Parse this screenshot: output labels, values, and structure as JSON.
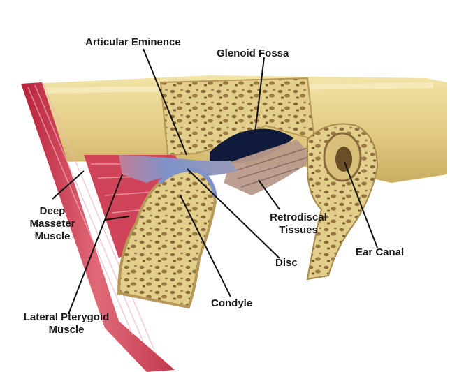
{
  "labels": {
    "articular_eminence": "Articular Eminence",
    "glenoid_fossa": "Glenoid Fossa",
    "deep_masseter": [
      "Deep",
      "Masseter",
      "Muscle"
    ],
    "retrodiscal": [
      "Retrodiscal",
      "Tissues"
    ],
    "ear_canal": "Ear Canal",
    "disc": "Disc",
    "condyle": "Condyle",
    "lateral_pterygoid": [
      "Lateral Pterygoid",
      "Muscle"
    ]
  },
  "colors": {
    "bone": "#e6d38f",
    "bone_dark": "#c8b06a",
    "bone_pores": "#8a6a3c",
    "muscle": "#c9344a",
    "muscle_light": "#e88e98",
    "disc": "#7f93c9",
    "fossa_dark": "#101a3a",
    "retrodiscal": "#b89a8a",
    "leader_line": "#111111"
  }
}
